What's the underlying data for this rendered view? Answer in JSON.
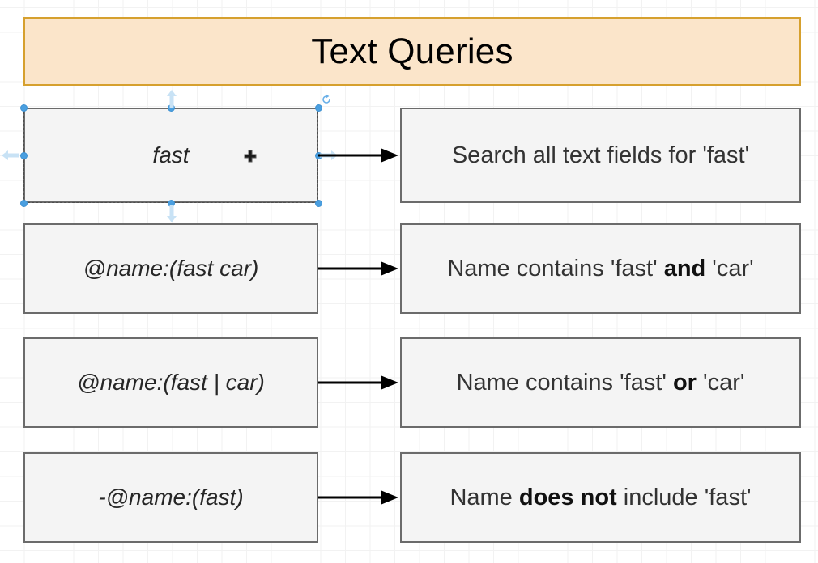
{
  "title_box": {
    "label": "Text Queries",
    "fill": "#fbe5ca",
    "border": "#d6a02e"
  },
  "colors": {
    "box_fill": "#f4f4f4",
    "box_border": "#6b6b6b",
    "grid_line": "#f2f2f2",
    "handle_blue": "#4a9fe0",
    "arrow_black": "#000000",
    "canvas_bg": "#ffffff"
  },
  "rows": [
    {
      "query": "fast",
      "description_parts": [
        {
          "text": "Search all text fields for 'fast'",
          "bold": false
        }
      ],
      "selected": true
    },
    {
      "query": "@name:(fast car)",
      "description_parts": [
        {
          "text": "Name contains 'fast' ",
          "bold": false
        },
        {
          "text": "and",
          "bold": true
        },
        {
          "text": " 'car'",
          "bold": false
        }
      ],
      "selected": false
    },
    {
      "query": "@name:(fast | car)",
      "description_parts": [
        {
          "text": "Name contains 'fast' ",
          "bold": false
        },
        {
          "text": "or",
          "bold": true
        },
        {
          "text": " 'car'",
          "bold": false
        }
      ],
      "selected": false
    },
    {
      "query": "-@name:(fast)",
      "description_parts": [
        {
          "text": "Name ",
          "bold": false
        },
        {
          "text": "does not",
          "bold": true
        },
        {
          "text": " include 'fast'",
          "bold": false
        }
      ],
      "selected": false
    }
  ],
  "selection": {
    "icons": {
      "rotate": "rotate-icon",
      "move_cursor": "move-cursor-icon",
      "arrow_up": "arrow-up-icon",
      "arrow_down": "arrow-down-icon",
      "arrow_left": "arrow-left-icon",
      "arrow_right": "arrow-right-icon"
    }
  }
}
